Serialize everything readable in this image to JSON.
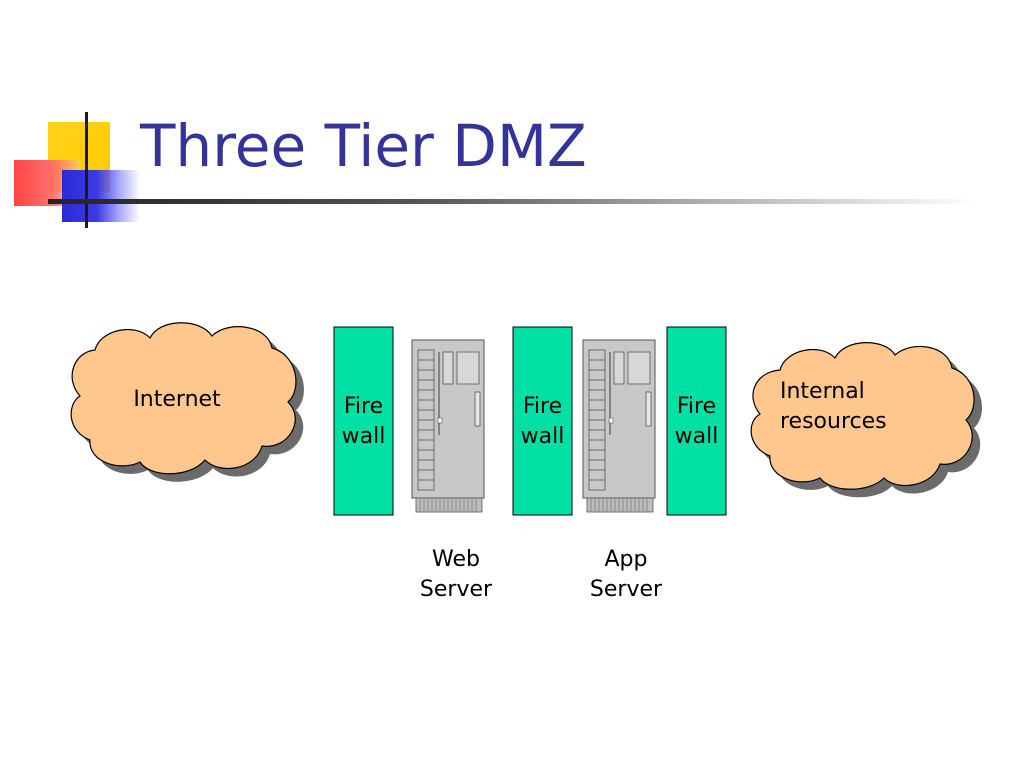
{
  "slide": {
    "title": "Three Tier DMZ"
  },
  "diagram": {
    "internet_label": "Internet",
    "internal_label": "Internal\nresources",
    "firewall_label": "Fire\nwall",
    "web_server_label": "Web\nServer",
    "app_server_label": "App\nServer"
  },
  "colors": {
    "title": "#333399",
    "cloud_fill": "#ffc68e",
    "firewall_fill": "#00e0a5",
    "server_fill": "#c8c8c8"
  }
}
